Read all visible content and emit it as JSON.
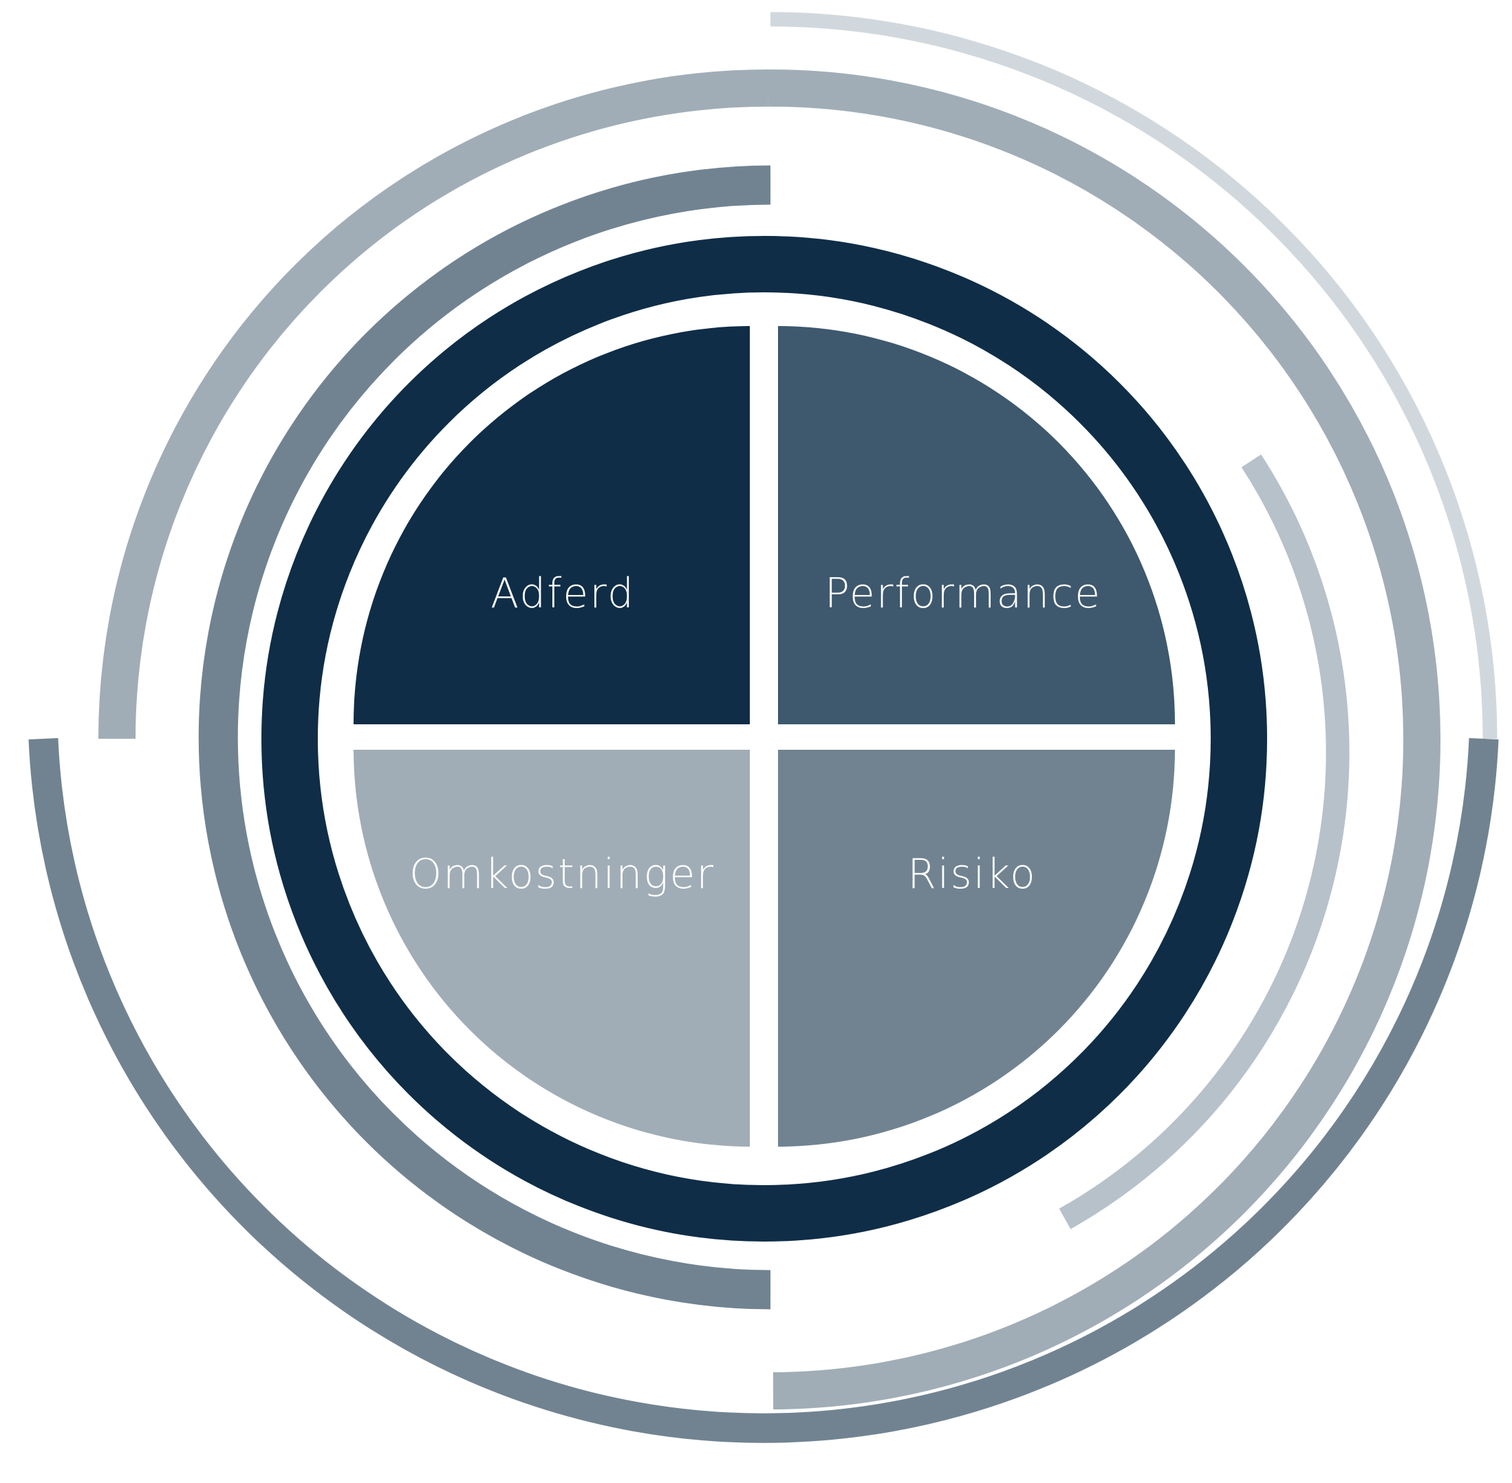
{
  "diagram": {
    "colors": {
      "navy": "#0f2d47",
      "slate": "#3e586e",
      "steel": "#718391",
      "gray_blue": "#a0adb6",
      "pale": "#b7c1ca",
      "lightest": "#d1d8dd",
      "background": "#ffffff",
      "text": "#ffffff"
    },
    "quadrants": {
      "top_left": {
        "label": "Adferd"
      },
      "top_right": {
        "label": "Performance"
      },
      "bottom_left": {
        "label": "Omkostninger"
      },
      "bottom_right": {
        "label": "Risiko"
      }
    }
  }
}
